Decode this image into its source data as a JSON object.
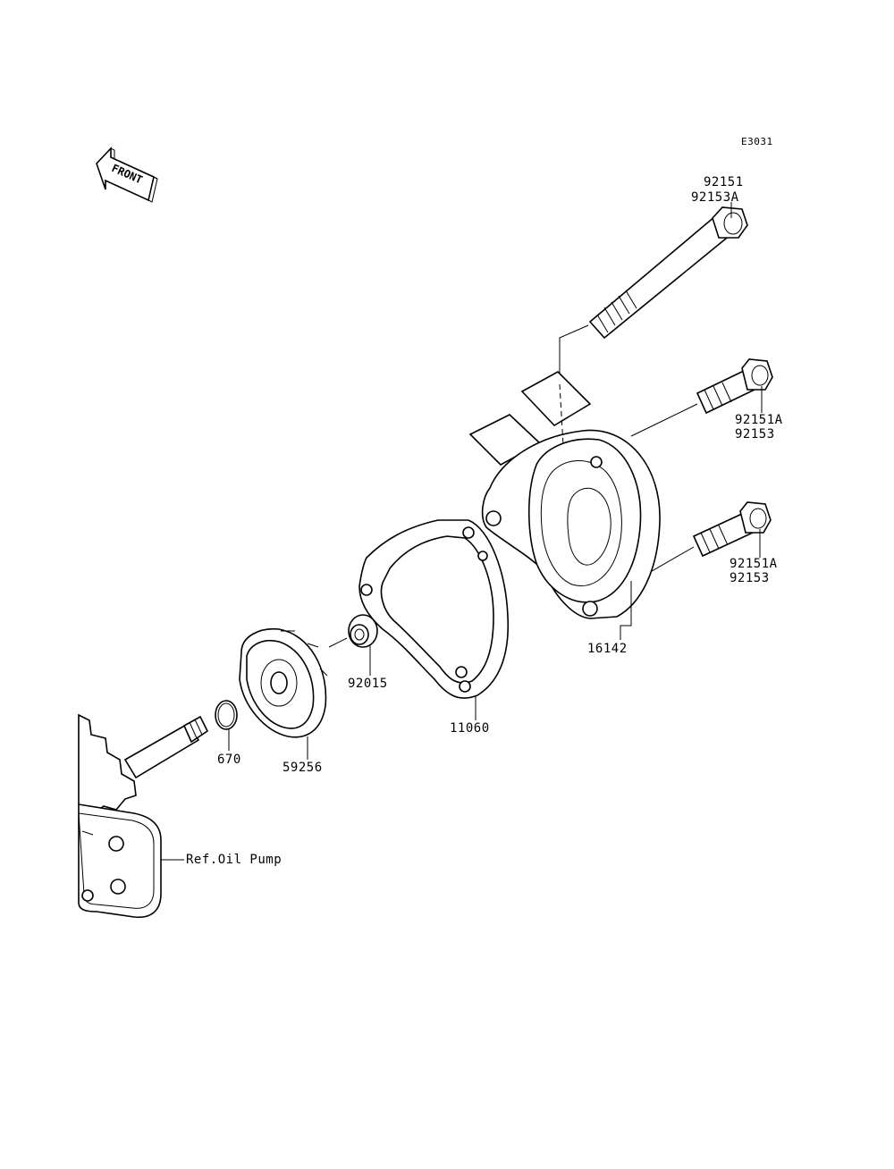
{
  "diagram_code": "E3031",
  "front_label": "FRONT",
  "labels": {
    "bolt_long_a": "92151",
    "bolt_long_b": "92153A",
    "bolt_upper_a": "92151A",
    "bolt_upper_b": "92153",
    "bolt_lower_a": "92151A",
    "bolt_lower_b": "92153",
    "housing": "16142",
    "gasket": "11060",
    "washer": "92015",
    "impeller": "59256",
    "oring": "670",
    "ref_oil_pump": "Ref.Oil Pump"
  }
}
